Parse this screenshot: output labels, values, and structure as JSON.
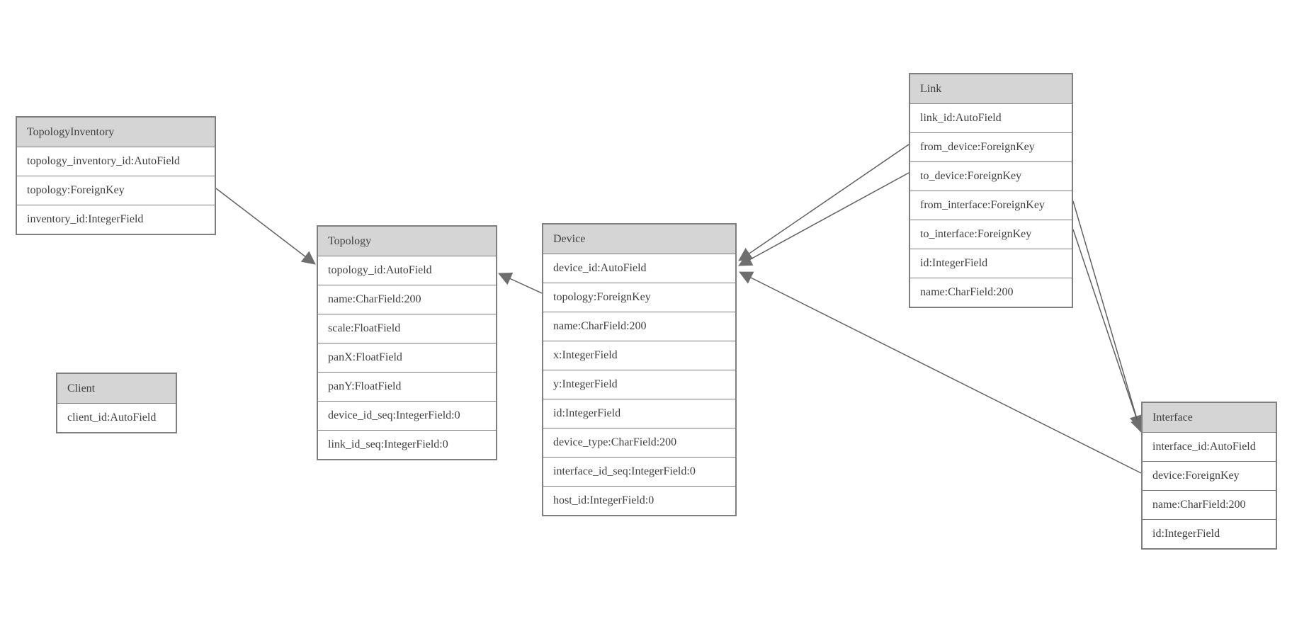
{
  "diagram": {
    "colors": {
      "header_bg": "#d5d5d5",
      "box_border": "#7f7f7f",
      "edge_line": "#616161",
      "arrowhead": "#6e6e6e",
      "text": "#3f3f3f",
      "background": "#ffffff"
    },
    "entities": [
      {
        "name": "TopologyInventory",
        "fields": [
          "topology_inventory_id:AutoField",
          "topology:ForeignKey",
          "inventory_id:IntegerField"
        ]
      },
      {
        "name": "Topology",
        "fields": [
          "topology_id:AutoField",
          "name:CharField:200",
          "scale:FloatField",
          "panX:FloatField",
          "panY:FloatField",
          "device_id_seq:IntegerField:0",
          "link_id_seq:IntegerField:0"
        ]
      },
      {
        "name": "Client",
        "fields": [
          "client_id:AutoField"
        ]
      },
      {
        "name": "Device",
        "fields": [
          "device_id:AutoField",
          "topology:ForeignKey",
          "name:CharField:200",
          "x:IntegerField",
          "y:IntegerField",
          "id:IntegerField",
          "device_type:CharField:200",
          "interface_id_seq:IntegerField:0",
          "host_id:IntegerField:0"
        ]
      },
      {
        "name": "Link",
        "fields": [
          "link_id:AutoField",
          "from_device:ForeignKey",
          "to_device:ForeignKey",
          "from_interface:ForeignKey",
          "to_interface:ForeignKey",
          "id:IntegerField",
          "name:CharField:200"
        ]
      },
      {
        "name": "Interface",
        "fields": [
          "interface_id:AutoField",
          "device:ForeignKey",
          "name:CharField:200",
          "id:IntegerField"
        ]
      }
    ],
    "relationships": [
      {
        "from": "TopologyInventory.topology",
        "to": "Topology.topology_id"
      },
      {
        "from": "Device.topology",
        "to": "Topology.topology_id"
      },
      {
        "from": "Link.from_device",
        "to": "Device.device_id"
      },
      {
        "from": "Link.to_device",
        "to": "Device.device_id"
      },
      {
        "from": "Link.from_interface",
        "to": "Interface.interface_id"
      },
      {
        "from": "Link.to_interface",
        "to": "Interface.interface_id"
      },
      {
        "from": "Interface.device",
        "to": "Device.device_id"
      }
    ]
  }
}
